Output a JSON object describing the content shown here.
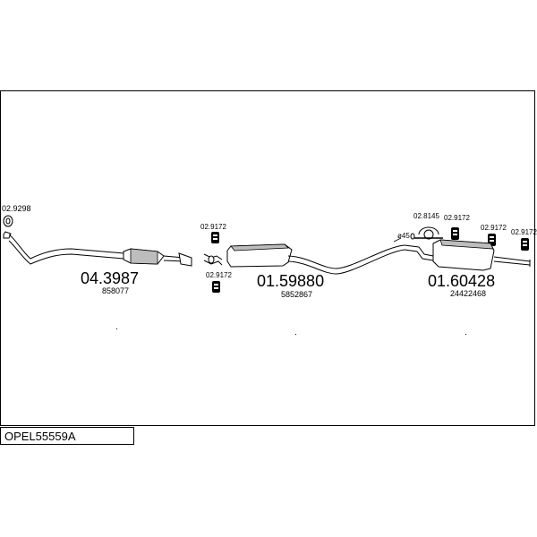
{
  "title": "OPEL55559A",
  "parts": [
    {
      "number": "04.3987",
      "oem": "858077"
    },
    {
      "number": "01.59880",
      "oem": "5852867"
    },
    {
      "number": "01.60428",
      "oem": "24422468"
    }
  ],
  "accessories": {
    "front_ring": "02.9298",
    "hanger_a": "02.9172",
    "hanger_b": "02.9172",
    "clamp": "02.8145",
    "hanger_c": "02.9172",
    "hanger_d": "02.9172",
    "hanger_e": "02.9172"
  },
  "diameter_label": "ø45"
}
